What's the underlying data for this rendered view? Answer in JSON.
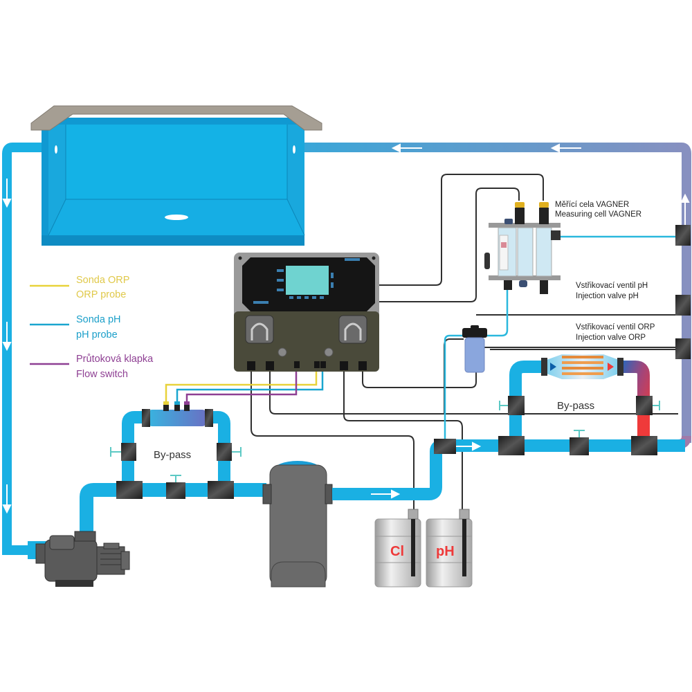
{
  "legend": {
    "items": [
      {
        "line1": "Sonda ORP",
        "line2": "ORP probe",
        "color": "#e8d23a"
      },
      {
        "line1": "Sonda pH",
        "line2": "pH probe",
        "color": "#1aa6cf"
      },
      {
        "line1": "Průtoková klapka",
        "line2": "Flow switch",
        "color": "#8e3f93"
      }
    ]
  },
  "labels": {
    "measuring_cell_cz": "Měřící cela VAGNER",
    "measuring_cell_en": "Measuring cell VAGNER",
    "injection_ph_cz": "Vstřikovací ventil pH",
    "injection_ph_en": "Injection valve pH",
    "injection_orp_cz": "Vstřikovací ventil ORP",
    "injection_orp_en": "Injection valve ORP",
    "bypass_left": "By-pass",
    "bypass_right": "By-pass",
    "tank_cl": "Cl",
    "tank_ph": "pH"
  },
  "colors": {
    "water": "#1ab0e3",
    "water_dark": "#0f8fc4",
    "hot": "#ef3a3a",
    "return_pipe": "#7f93c2",
    "fitting": "#2b2b2b",
    "cable": "#2f2f2f",
    "tank_label": "#ee3a3a",
    "controller_body": "#4a4a3a",
    "controller_screen": "#6fd3d0"
  }
}
